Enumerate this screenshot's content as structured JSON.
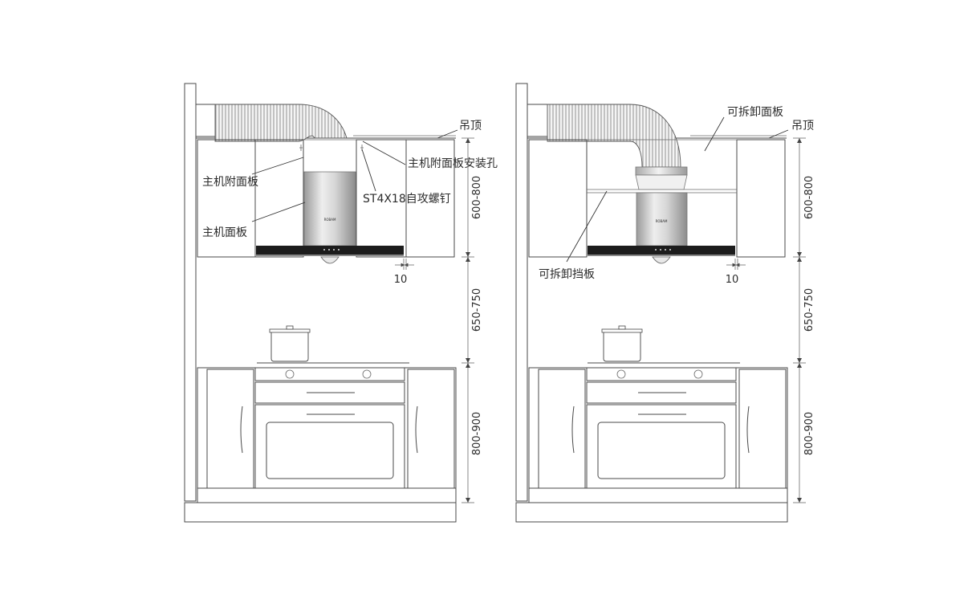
{
  "left_diagram": {
    "label_ceiling": "吊顶",
    "label_mounting_hole": "主机附面板安装孔",
    "label_aux_panel": "主机附面板",
    "label_screw": "ST4X18自攻螺钉",
    "label_main_panel": "主机面板",
    "dim_gap": "10",
    "dim_upper": "600-800",
    "dim_middle": "650-750",
    "dim_lower": "800-900"
  },
  "right_diagram": {
    "label_removable_panel": "可拆卸面板",
    "label_ceiling": "吊顶",
    "label_removable_baffle": "可拆卸挡板",
    "dim_gap": "10",
    "dim_upper": "600-800",
    "dim_middle": "650-750",
    "dim_lower": "800-900"
  },
  "hood_brand": "ROBAM"
}
